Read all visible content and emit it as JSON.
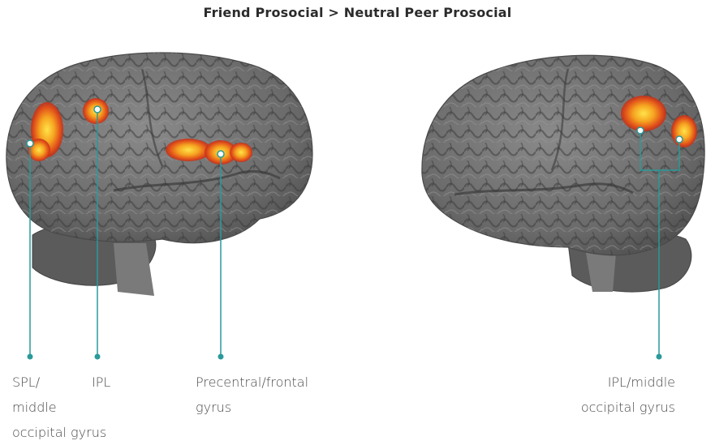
{
  "title": "Friend Prosocial > Neutral Peer Prosocial",
  "colors": {
    "accent": "#2a9a9a",
    "brain_fill": "#6f6f6f",
    "brain_dark": "#4a4a4a",
    "activation_hot": "#ffd23a",
    "activation_mid": "#f08a1c",
    "activation_edge": "#d0311a"
  },
  "labels": {
    "spl": [
      "SPL/",
      "middle",
      "occipital gyrus"
    ],
    "ipl": [
      "IPL"
    ],
    "precentral": [
      "Precentral/frontal",
      "gyrus"
    ],
    "ipl_middle": [
      "IPL/middle",
      "occipital gyrus"
    ]
  }
}
